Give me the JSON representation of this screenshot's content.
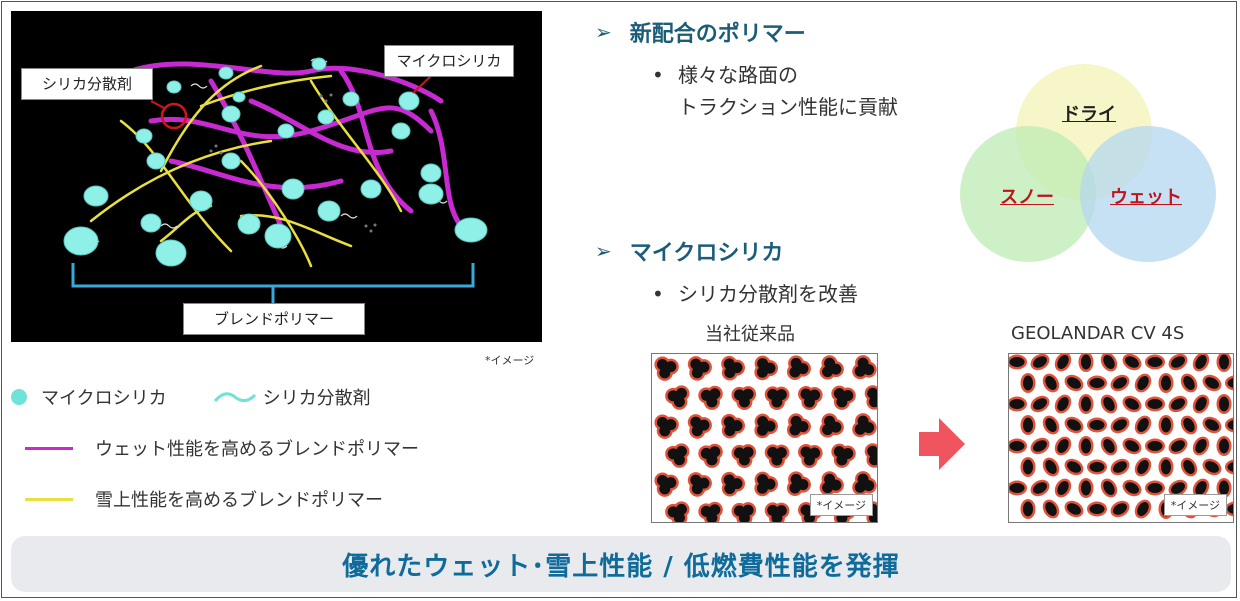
{
  "diagram": {
    "callout_dispersant": "シリカ分散剤",
    "callout_microsilica": "マイクロシリカ",
    "callout_blend": "ブレンドポリマー",
    "image_note": "*イメージ"
  },
  "legend": {
    "microsilica": "マイクロシリカ",
    "dispersant": "シリカ分散剤",
    "wet_polymer": "ウェット性能を高めるブレンドポリマー",
    "snow_polymer": "雪上性能を高めるブレンドポリマー"
  },
  "section1": {
    "heading": "新配合のポリマー",
    "bullet_line1": "様々な路面の",
    "bullet_line2": "トラクション性能に貢献"
  },
  "venn": {
    "dry": "ドライ",
    "snow": "スノー",
    "wet": "ウェット"
  },
  "section2": {
    "heading": "マイクロシリカ",
    "bullet": "シリカ分散剤を改善"
  },
  "comparison": {
    "before_label": "当社従来品",
    "after_label": "GEOLANDAR CV 4S",
    "image_note": "*イメージ"
  },
  "banner": {
    "text": "優れたウェット･雪上性能 / 低燃費性能を発揮"
  },
  "colors": {
    "heading": "#1b5d78",
    "accent_red": "#c0121b",
    "wet_line": "#c62ad0",
    "snow_line": "#e9df3f",
    "microsilica": "#6fe2d9",
    "bracket": "#3aa7dd",
    "banner_text": "#0f6b9a"
  },
  "icons": {
    "heading_marker": "➢",
    "bullet": "•"
  }
}
